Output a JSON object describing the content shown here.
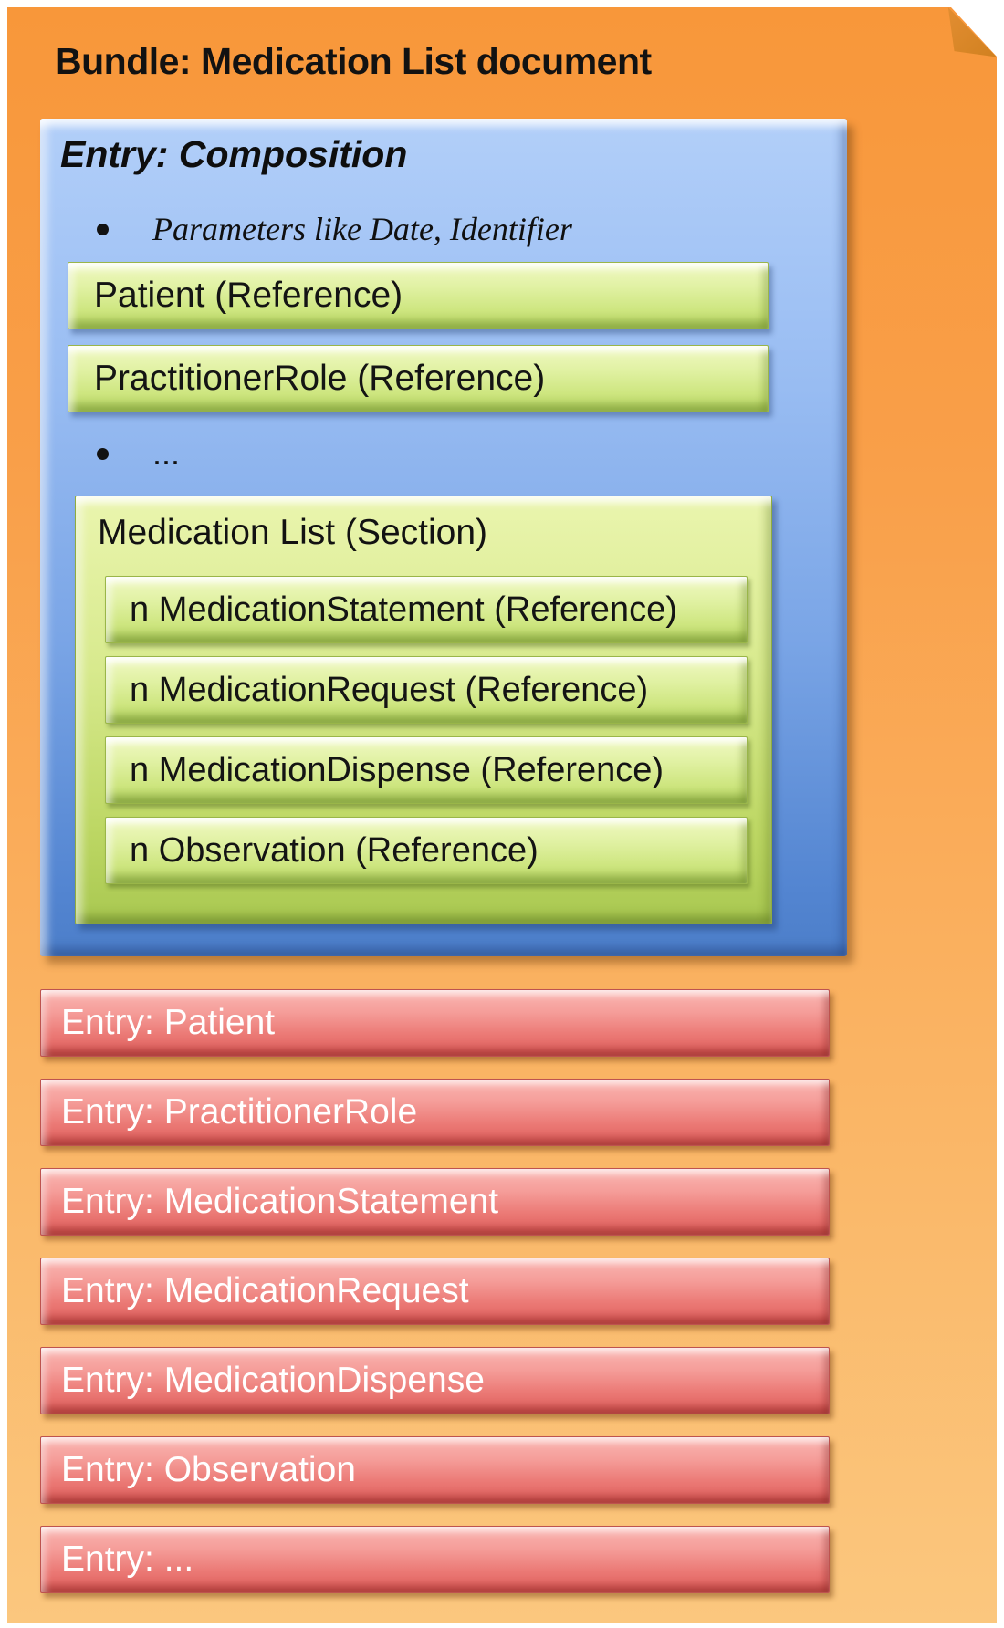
{
  "colors": {
    "orange_top": "#F8973A",
    "orange_bottom": "#FBC77E",
    "fold_shadow": "#D0801F",
    "blue_top": "#B2CFF9",
    "blue_bottom": "#4C7EC9",
    "green_top": "#F1F9C4",
    "green_bottom": "#BEDC69",
    "section_green_bottom": "#A9C851",
    "red_top": "#FAB6B2",
    "red_bottom": "#DF5E5B",
    "text_dark": "#141414",
    "text_light": "#FFFFFF"
  },
  "bundle": {
    "title": "Bundle: Medication List document",
    "composition": {
      "title": "Entry: Composition",
      "bullet1": "Parameters like Date, Identifier",
      "refs": [
        {
          "label": "Patient (Reference)"
        },
        {
          "label": "PractitionerRole (Reference)"
        }
      ],
      "bullet2": "...",
      "section": {
        "title": "Medication List (Section)",
        "items": [
          {
            "label": "n MedicationStatement (Reference)"
          },
          {
            "label": "n MedicationRequest (Reference)"
          },
          {
            "label": "n MedicationDispense (Reference)"
          },
          {
            "label": "n Observation (Reference)"
          }
        ]
      }
    },
    "entries": [
      {
        "label": "Entry: Patient"
      },
      {
        "label": "Entry: PractitionerRole"
      },
      {
        "label": "Entry: MedicationStatement"
      },
      {
        "label": "Entry: MedicationRequest"
      },
      {
        "label": "Entry: MedicationDispense"
      },
      {
        "label": "Entry: Observation"
      },
      {
        "label": "Entry: ..."
      }
    ]
  }
}
